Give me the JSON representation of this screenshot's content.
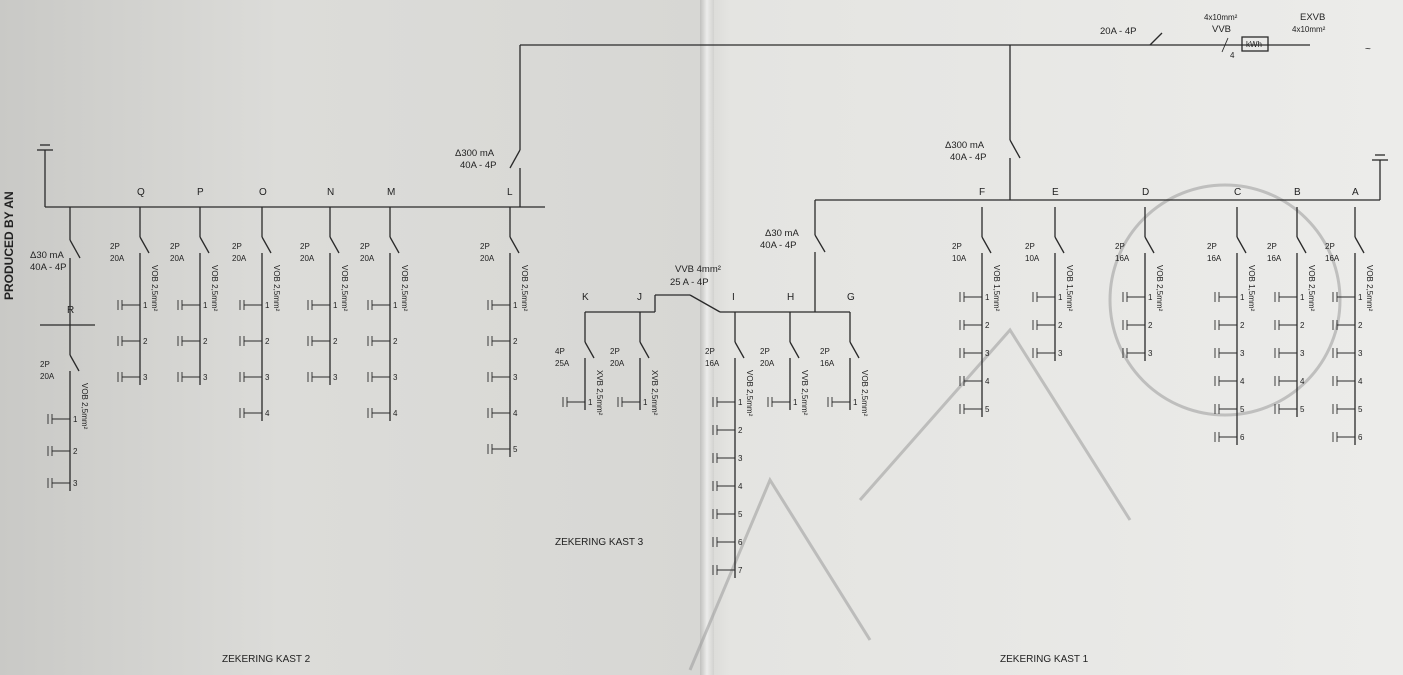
{
  "margin_text": "PRODUCED BY AN",
  "feed": {
    "ac": "~",
    "cable_exvb": "EXVB",
    "cable_exvb_size": "4x10mm²",
    "meter": "kWh",
    "cable_vvb": "VVB",
    "cable_vvb_size": "4x10mm²",
    "main": "20A - 4P",
    "wire_count": "4"
  },
  "box1": {
    "title": "ZEKERING KAST 1",
    "rcd_main": [
      "Δ300 mA",
      "40A - 4P"
    ],
    "rcd_gh": [
      "Δ30 mA",
      "40A - 4P"
    ],
    "circuits": [
      {
        "id": "A",
        "rating": "16A",
        "poles": "2P",
        "cable": "VOB 2,5mm²",
        "points": [
          "1",
          "2",
          "3",
          "4",
          "5",
          "6"
        ]
      },
      {
        "id": "B",
        "rating": "16A",
        "poles": "2P",
        "cable": "VOB 2,5mm²",
        "points": [
          "1",
          "2",
          "3",
          "4",
          "5"
        ]
      },
      {
        "id": "C",
        "rating": "16A",
        "poles": "2P",
        "cable": "VOB 1,5mm²",
        "points": [
          "1",
          "2",
          "3",
          "4",
          "5",
          "6"
        ]
      },
      {
        "id": "D",
        "rating": "16A",
        "poles": "2P",
        "cable": "VOB 2,5mm²",
        "points": [
          "1",
          "2",
          "3"
        ]
      },
      {
        "id": "E",
        "rating": "10A",
        "poles": "2P",
        "cable": "VOB 1,5mm²",
        "points": [
          "1",
          "2",
          "3"
        ]
      },
      {
        "id": "F",
        "rating": "10A",
        "poles": "2P",
        "cable": "VOB 1,5mm²",
        "points": [
          "1",
          "2",
          "3",
          "4",
          "5"
        ]
      },
      {
        "id": "G",
        "rating": "16A",
        "poles": "2P",
        "cable": "VOB 2,5mm²",
        "points": [
          "1"
        ]
      },
      {
        "id": "H",
        "rating": "20A",
        "poles": "2P",
        "cable": "VVB 2,5mm²",
        "points": [
          "1"
        ]
      },
      {
        "id": "I",
        "rating": "16A",
        "poles": "2P",
        "cable": "VOB 2,5mm²",
        "points": [
          "1",
          "2",
          "3",
          "4",
          "5",
          "6",
          "7"
        ]
      }
    ]
  },
  "box3": {
    "title": "ZEKERING KAST 3",
    "feed": [
      "25 A - 4P",
      "VVB 4mm²"
    ],
    "circuits": [
      {
        "id": "J",
        "rating": "20A",
        "poles": "2P",
        "cable": "XVB 2,5mm²",
        "points": [
          "1"
        ]
      },
      {
        "id": "K",
        "rating": "25A",
        "poles": "4P",
        "cable": "XVB 2,5mm²",
        "points": [
          "1"
        ]
      }
    ]
  },
  "box2": {
    "title": "ZEKERING KAST 2",
    "rcd_main": [
      "Δ300 mA",
      "40A - 4P"
    ],
    "rcd_r": [
      "Δ30 mA",
      "40A - 4P"
    ],
    "circuits": [
      {
        "id": "L",
        "rating": "20A",
        "poles": "2P",
        "cable": "VOB 2,5mm²",
        "points": [
          "1",
          "2",
          "3",
          "4",
          "5"
        ]
      },
      {
        "id": "M",
        "rating": "20A",
        "poles": "2P",
        "cable": "VOB 2,5mm²",
        "points": [
          "1",
          "2",
          "3",
          "4"
        ]
      },
      {
        "id": "N",
        "rating": "20A",
        "poles": "2P",
        "cable": "VOB 2,5mm²",
        "points": [
          "1",
          "2",
          "3"
        ]
      },
      {
        "id": "O",
        "rating": "20A",
        "poles": "2P",
        "cable": "VOB 2,5mm²",
        "points": [
          "1",
          "2",
          "3",
          "4"
        ]
      },
      {
        "id": "P",
        "rating": "20A",
        "poles": "2P",
        "cable": "VOB 2,5mm²",
        "points": [
          "1",
          "2",
          "3"
        ]
      },
      {
        "id": "Q",
        "rating": "20A",
        "poles": "2P",
        "cable": "VOB 2,5mm²",
        "points": [
          "1",
          "2",
          "3"
        ]
      },
      {
        "id": "R",
        "rating": "20A",
        "poles": "2P",
        "cable": "VOB 2,5mm²",
        "points": [
          "1",
          "2",
          "3"
        ]
      }
    ]
  }
}
